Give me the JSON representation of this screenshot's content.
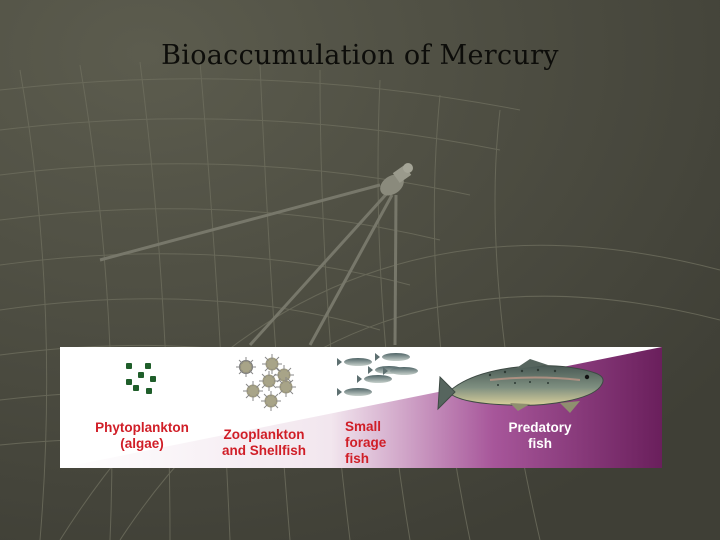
{
  "slide": {
    "title": "Bioaccumulation  of  Mercury"
  },
  "food_chain": {
    "colors": {
      "label_light": "#d01e27",
      "label_dark": "#ffffff",
      "gradient_start": "#ffffff",
      "gradient_end": "#6a1f5c",
      "algae": "#1f5e2a"
    },
    "stages": [
      {
        "line1": "Phytoplankton",
        "line2": "(algae)",
        "line3": "",
        "icon": "algae-dots"
      },
      {
        "line1": "Zooplankton",
        "line2": "and Shellfish",
        "line3": "",
        "icon": "zooplankton-spiky-cells"
      },
      {
        "line1": "Small",
        "line2": "forage",
        "line3": "fish",
        "icon": "small-fish-school"
      },
      {
        "line1": "Predatory",
        "line2": "fish",
        "line3": "",
        "icon": "trout"
      }
    ]
  }
}
